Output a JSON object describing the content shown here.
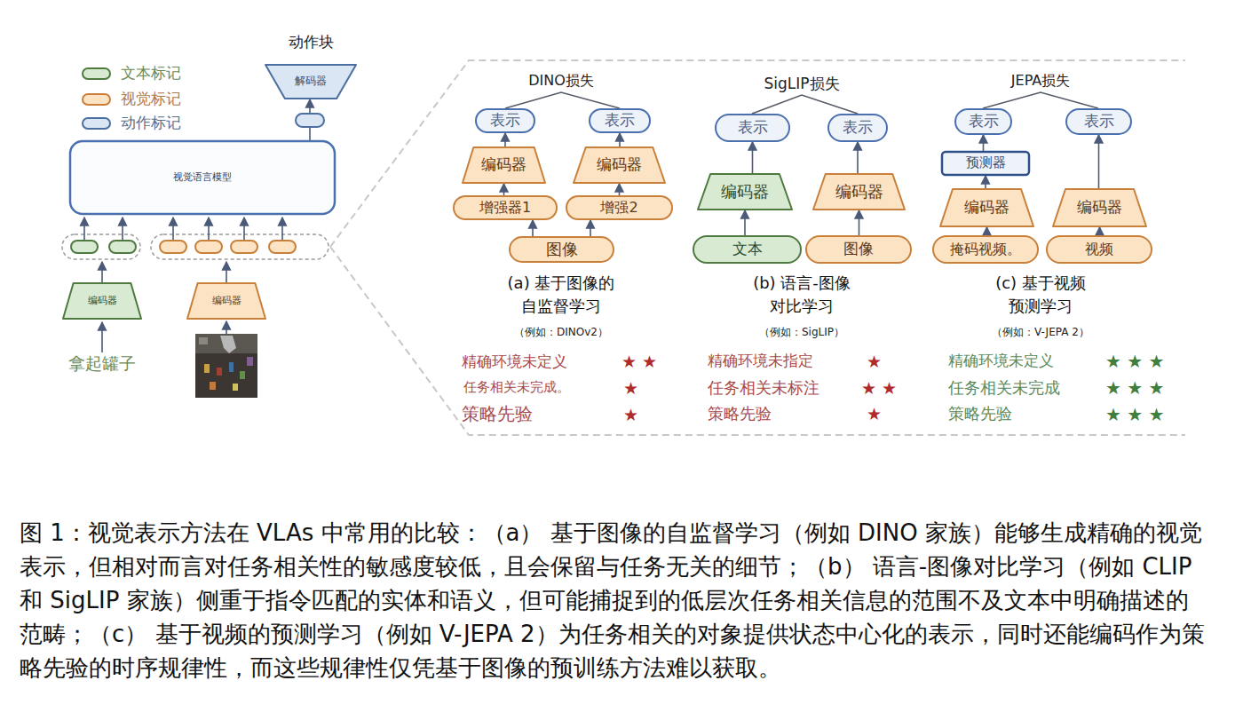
{
  "diagram": {
    "caption": "图 1：视觉表示方法在 VLAs 中常用的比较：（a） 基于图像的自监督学习（例如 DINO 家族）能够生成精确的视觉表示，但相对而言对任务相关性的敏感度较低，且会保留与任务无关的细节；（b） 语言-图像对比学习（例如 CLIP 和 SigLIP 家族）侧重于指令匹配的实体和语义，但可能捕捉到的低层次任务相关信息的范围不及文本中明确描述的范畴；（c） 基于视频的预测学习（例如 V-JEPA 2）为任务相关的对象提供状态中心化的表示，同时还能编码作为策略先验的时序规律性，而这些规律性仅凭基于图像的预训练方法难以获取。",
    "nodes": [
      {
        "text": [
          "解码器"
        ]
      },
      {
        "text": [
          "视觉语言模型"
        ]
      },
      {
        "text": [
          "编码器"
        ]
      },
      {
        "text": [
          "编码器"
        ]
      },
      {
        "text": [
          "表示"
        ]
      },
      {
        "text": [
          "表示"
        ]
      },
      {
        "text": [
          "编码器"
        ]
      },
      {
        "text": [
          "编码器"
        ]
      },
      {
        "text": [
          "增强器1"
        ]
      },
      {
        "text": [
          "增强2"
        ]
      },
      {
        "text": [
          "图像"
        ]
      },
      {
        "text": [
          "表示"
        ]
      },
      {
        "text": [
          "表示"
        ]
      },
      {
        "text": [
          "编码器"
        ]
      },
      {
        "text": [
          "编码器"
        ]
      },
      {
        "text": [
          "文本"
        ]
      },
      {
        "text": [
          "图像"
        ]
      },
      {
        "text": [
          "表示"
        ]
      },
      {
        "text": [
          "表示"
        ]
      },
      {
        "text": [
          "预测器"
        ]
      },
      {
        "text": [
          "编码器"
        ]
      },
      {
        "text": [
          "编码器"
        ]
      },
      {
        "text": [
          "掩码视频。"
        ]
      },
      {
        "text": [
          "视频"
        ]
      }
    ],
    "edges": [
      {
        "from": 1,
        "to": 0,
        "arrow": "to"
      },
      {
        "from": 10,
        "to": 8,
        "arrow": "to"
      },
      {
        "from": 10,
        "to": 9,
        "arrow": "to"
      },
      {
        "from": 8,
        "to": 6,
        "arrow": "to"
      },
      {
        "from": 9,
        "to": 7,
        "arrow": "to"
      },
      {
        "from": 6,
        "to": 4,
        "arrow": "to"
      },
      {
        "from": 7,
        "to": 5,
        "arrow": "to"
      },
      {
        "from": 15,
        "to": 13,
        "arrow": "to"
      },
      {
        "from": 16,
        "to": 14,
        "arrow": "to"
      },
      {
        "from": 13,
        "to": 11,
        "arrow": "to"
      },
      {
        "from": 14,
        "to": 12,
        "arrow": "to"
      },
      {
        "from": 22,
        "to": 20,
        "arrow": "to"
      },
      {
        "from": 20,
        "to": 19,
        "arrow": "to"
      },
      {
        "from": 19,
        "to": 17,
        "arrow": "to"
      },
      {
        "from": 23,
        "to": 21,
        "arrow": "to"
      },
      {
        "from": 21,
        "to": 18,
        "arrow": "to"
      }
    ],
    "labels": [
      "动作块",
      "拿起罐子",
      "DINO损失",
      "(a) 基于图像的 自监督学习",
      "（例如：DINOv2）",
      "精确环境未定义",
      "★ ★",
      "任务相关未完成。",
      "★",
      "策略先验",
      "★",
      "SigLIP损失",
      "(b) 语言-图像 对比学习",
      "（例如：SigLIP）",
      "精确环境未指定",
      "★",
      "任务相关未标注",
      "★ ★",
      "策略先验",
      "★",
      "JEPA损失",
      "(c) 基于视频 预测学习",
      "（例如：V-JEPA 2）",
      "精确环境未定义",
      "★ ★ ★",
      "任务相关未完成",
      "★ ★ ★",
      "策略先验",
      "★ ★ ★"
    ],
    "legend": [
      {
        "text": "文本标记",
        "color": "#d9ead3"
      },
      {
        "text": "视觉标记",
        "color": "#fbe3c4"
      },
      {
        "text": "动作标记",
        "color": "#dbe6f4"
      }
    ]
  }
}
